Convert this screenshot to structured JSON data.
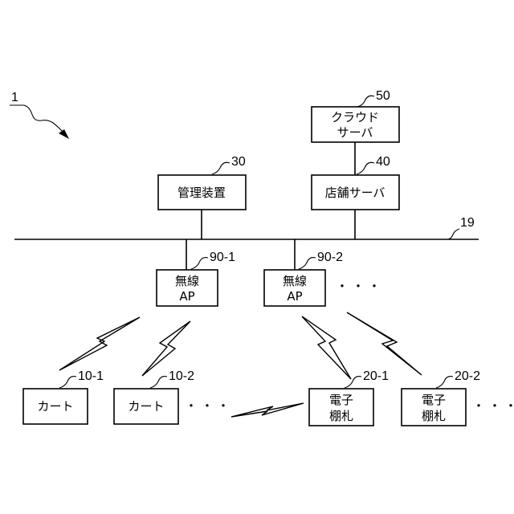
{
  "system_ref": "1",
  "bus_ref": "19",
  "nodes": {
    "cloud_server": {
      "ref": "50",
      "line1": "クラウド",
      "line2": "サーバ"
    },
    "store_server": {
      "ref": "40",
      "label": "店舗サーバ"
    },
    "management": {
      "ref": "30",
      "label": "管理装置"
    },
    "ap1": {
      "ref": "90-1",
      "line1": "無線",
      "line2": "AP"
    },
    "ap2": {
      "ref": "90-2",
      "line1": "無線",
      "line2": "AP"
    },
    "cart1": {
      "ref": "10-1",
      "label": "カート"
    },
    "cart2": {
      "ref": "10-2",
      "label": "カート"
    },
    "shelf1": {
      "ref": "20-1",
      "line1": "電子",
      "line2": "棚札"
    },
    "shelf2": {
      "ref": "20-2",
      "line1": "電子",
      "line2": "棚札"
    }
  },
  "ellipsis": "・・・"
}
